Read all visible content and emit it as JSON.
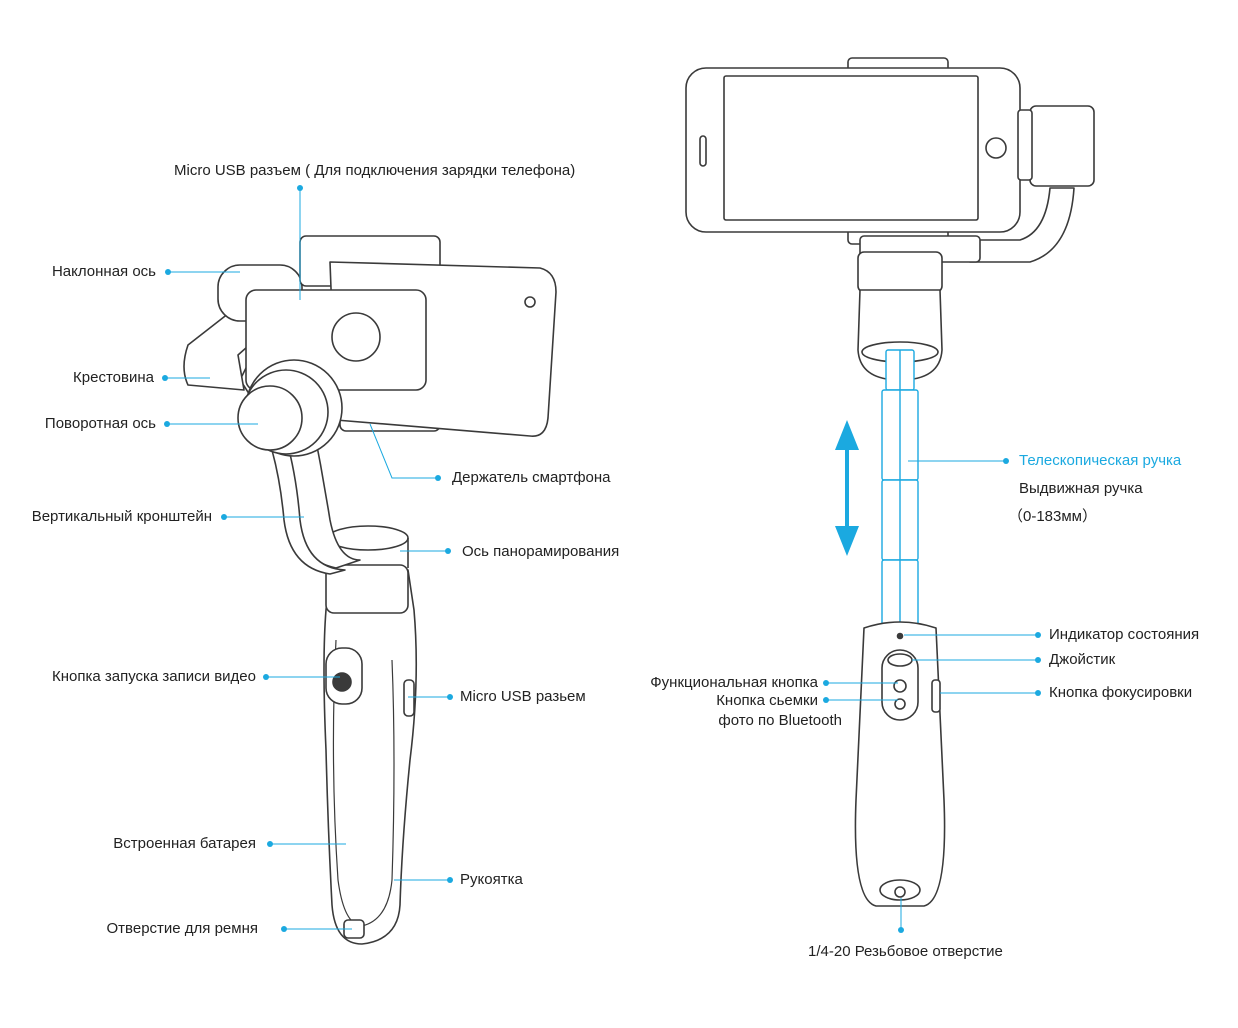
{
  "colors": {
    "accent": "#1ba9e0",
    "outline": "#3a3a3a",
    "text": "#222222"
  },
  "left_device": {
    "labels": {
      "micro_usb_top": "Micro USB разъем ( Для подключения зарядки телефона)",
      "tilt_axis": "Наклонная ось",
      "cross_arm": "Крестовина",
      "roll_axis": "Поворотная ось",
      "phone_holder": "Держатель смартфона",
      "vertical_bracket": "Вертикальный кронштейн",
      "pan_axis": "Ось панорамирования",
      "record_button": "Кнопка запуска записи видео",
      "micro_usb_side": "Micro USB разьем",
      "battery": "Встроенная батарея",
      "handle": "Рукоятка",
      "strap_hole": "Отверстие для ремня"
    }
  },
  "right_device": {
    "labels": {
      "telescopic_title": "Телескопическая ручка",
      "extendable_handle": "Выдвижная ручка",
      "extension_range": "（0-183мм）",
      "status_indicator": "Индикатор состояния",
      "joystick": "Джойстик",
      "function_button": "Функциональная кнопка",
      "bt_photo_button_line1": "Кнопка сьемки",
      "bt_photo_button_line2": "фото по Bluetooth",
      "focus_button": "Кнопка фокусировки",
      "thread_hole": "1/4-20 Резьбовое отверстие"
    }
  }
}
